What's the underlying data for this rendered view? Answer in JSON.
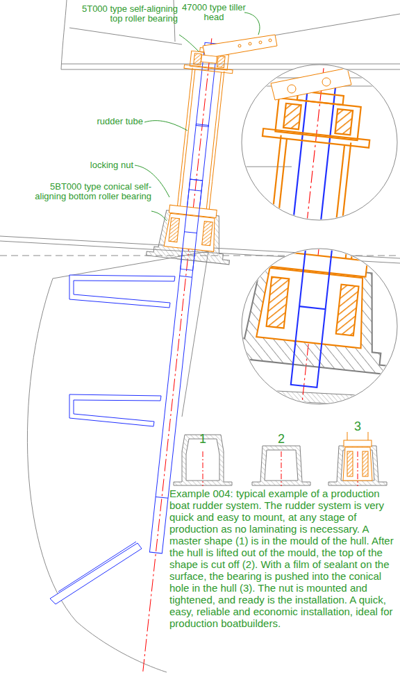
{
  "diagram": {
    "caption": "Example 004: typical example of a production boat rudder system. The rudder system is very quick and easy to mount, at any stage of production as no laminating is necessary. A master shape (1) is in the mould of the hull. After the hull is lifted out of the mould, the top of the shape is cut off (2). With a film of sealant on the surface, the bearing is pushed into the conical hole in the hull (3). The nut is mounted and tightened, and ready is the installation. A quick, easy, reliable and economic installation, ideal for production boatbuilders.",
    "labels": [
      "5T000 type self-aligning top roller bearing",
      "47000 type tiller head",
      "rudder tube",
      "locking nut",
      "5BT000 type conical self-aligning bottom roller bearing",
      "1",
      "2",
      "3"
    ]
  }
}
